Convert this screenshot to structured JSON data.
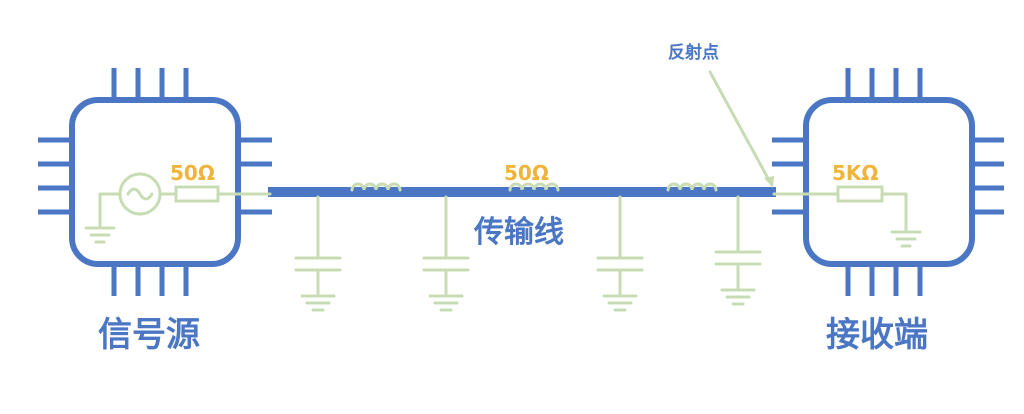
{
  "labels": {
    "source": "信号源",
    "receiver": "接收端",
    "line": "传输线",
    "reflection": "反射点",
    "source_resistor": "50Ω",
    "line_impedance": "50Ω",
    "load_resistor": "5KΩ"
  },
  "colors": {
    "blue": "#4a76c4",
    "green": "#c8dcb4",
    "orange": "#f0b43a"
  },
  "icons": [
    "ac-source-icon",
    "resistor-icon",
    "inductor-icon",
    "capacitor-icon",
    "ground-icon",
    "chip-icon"
  ]
}
